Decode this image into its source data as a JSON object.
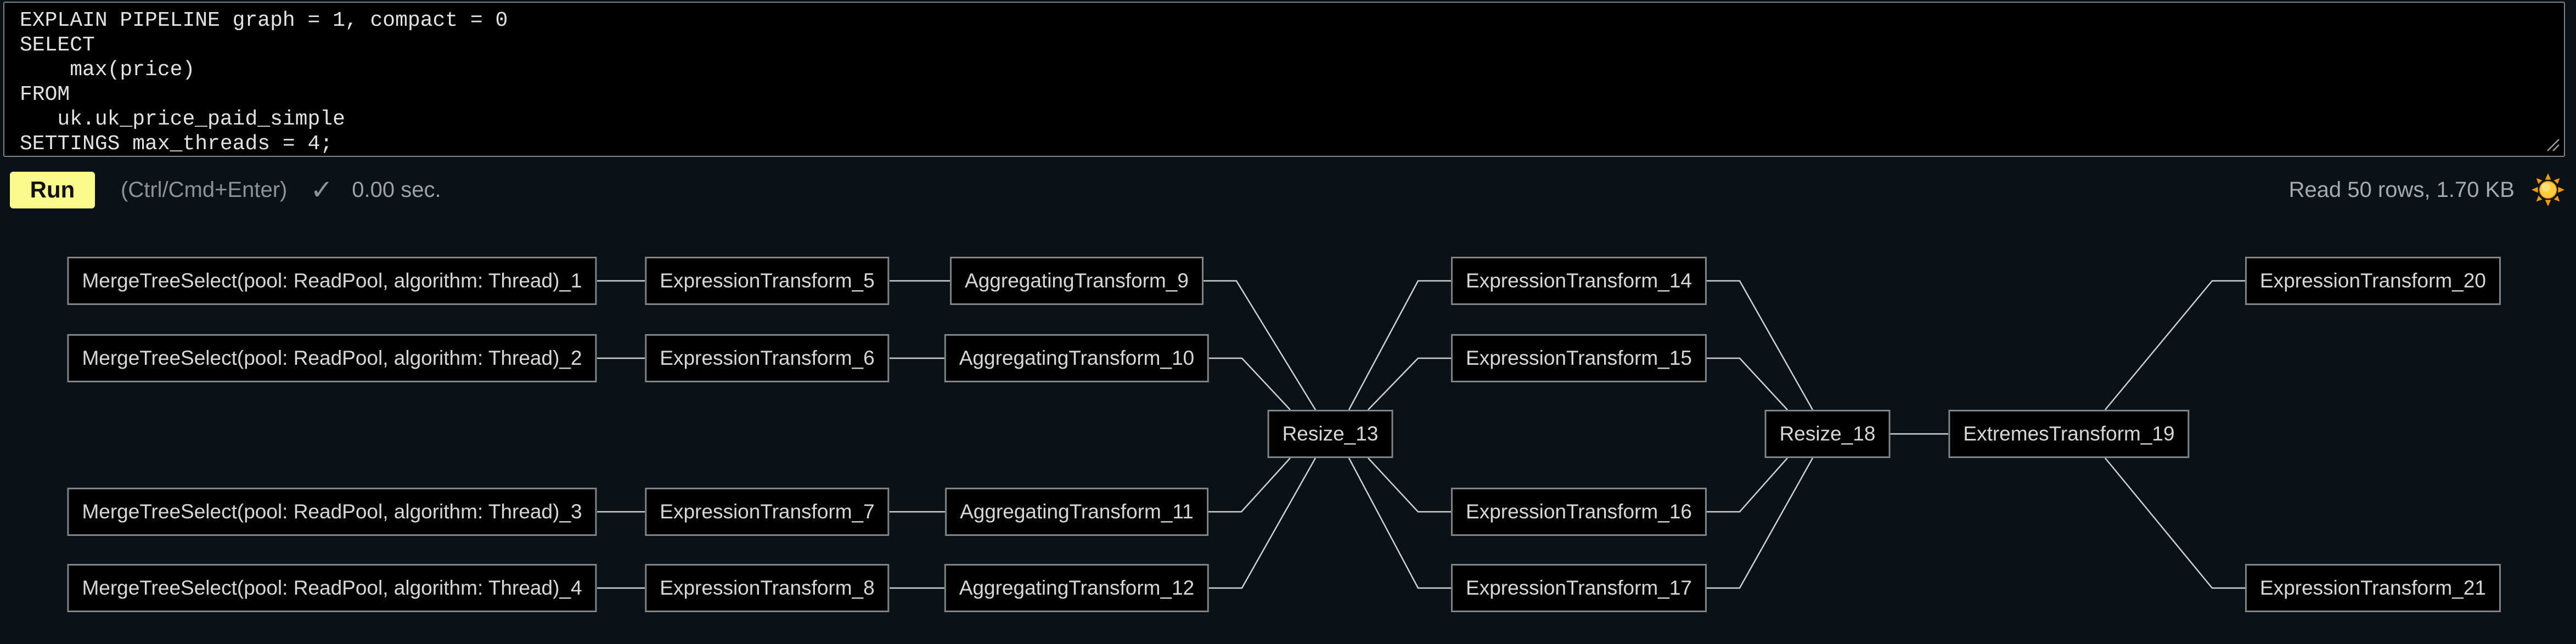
{
  "editor": {
    "query": "EXPLAIN PIPELINE graph = 1, compact = 0\nSELECT\n    max(price)\nFROM\n   uk.uk_price_paid_simple\nSETTINGS max_threads = 4;"
  },
  "toolbar": {
    "run_label": "Run",
    "hint": "(Ctrl/Cmd+Enter)",
    "check_icon": "✓",
    "elapsed": "0.00 sec.",
    "stats": "Read 50 rows, 1.70 KB",
    "theme_icon": "sun-icon"
  },
  "colors": {
    "page_bg": "#0b1217",
    "editor_bg": "#000000",
    "editor_border": "#7e8487",
    "run_button_bg": "#fafa8d",
    "run_button_text": "#111111",
    "node_bg": "#000000",
    "node_border": "#7f8486",
    "node_text": "#d6d8d8",
    "edge_stroke": "#ced2d2",
    "stats_text": "#a4aaae",
    "sun_core": "#ffcd3c",
    "sun_rays": "#f59b00"
  },
  "graph": {
    "nodes": [
      {
        "id": "mt1",
        "label": "MergeTreeSelect(pool: ReadPool, algorithm: Thread)_1",
        "col": "mt",
        "row": "r1"
      },
      {
        "id": "mt2",
        "label": "MergeTreeSelect(pool: ReadPool, algorithm: Thread)_2",
        "col": "mt",
        "row": "r2"
      },
      {
        "id": "mt3",
        "label": "MergeTreeSelect(pool: ReadPool, algorithm: Thread)_3",
        "col": "mt",
        "row": "r3"
      },
      {
        "id": "mt4",
        "label": "MergeTreeSelect(pool: ReadPool, algorithm: Thread)_4",
        "col": "mt",
        "row": "r4"
      },
      {
        "id": "et5",
        "label": "ExpressionTransform_5",
        "col": "et1",
        "row": "r1"
      },
      {
        "id": "et6",
        "label": "ExpressionTransform_6",
        "col": "et1",
        "row": "r2"
      },
      {
        "id": "et7",
        "label": "ExpressionTransform_7",
        "col": "et1",
        "row": "r3"
      },
      {
        "id": "et8",
        "label": "ExpressionTransform_8",
        "col": "et1",
        "row": "r4"
      },
      {
        "id": "ag9",
        "label": "AggregatingTransform_9",
        "col": "ag",
        "row": "r1"
      },
      {
        "id": "ag10",
        "label": "AggregatingTransform_10",
        "col": "ag",
        "row": "r2"
      },
      {
        "id": "ag11",
        "label": "AggregatingTransform_11",
        "col": "ag",
        "row": "r3"
      },
      {
        "id": "ag12",
        "label": "AggregatingTransform_12",
        "col": "ag",
        "row": "r4"
      },
      {
        "id": "rs13",
        "label": "Resize_13",
        "col": "rs1",
        "row": "mid"
      },
      {
        "id": "et14",
        "label": "ExpressionTransform_14",
        "col": "et2",
        "row": "r1"
      },
      {
        "id": "et15",
        "label": "ExpressionTransform_15",
        "col": "et2",
        "row": "r2"
      },
      {
        "id": "et16",
        "label": "ExpressionTransform_16",
        "col": "et2",
        "row": "r3"
      },
      {
        "id": "et17",
        "label": "ExpressionTransform_17",
        "col": "et2",
        "row": "r4"
      },
      {
        "id": "rs18",
        "label": "Resize_18",
        "col": "rs2",
        "row": "mid"
      },
      {
        "id": "xt19",
        "label": "ExtremesTransform_19",
        "col": "xt",
        "row": "mid"
      },
      {
        "id": "et20",
        "label": "ExpressionTransform_20",
        "col": "et3",
        "row": "r1"
      },
      {
        "id": "et21",
        "label": "ExpressionTransform_21",
        "col": "et3",
        "row": "r4"
      }
    ],
    "edges": [
      [
        "mt1",
        "et5"
      ],
      [
        "mt2",
        "et6"
      ],
      [
        "mt3",
        "et7"
      ],
      [
        "mt4",
        "et8"
      ],
      [
        "et5",
        "ag9"
      ],
      [
        "et6",
        "ag10"
      ],
      [
        "et7",
        "ag11"
      ],
      [
        "et8",
        "ag12"
      ],
      [
        "ag9",
        "rs13"
      ],
      [
        "ag10",
        "rs13"
      ],
      [
        "ag11",
        "rs13"
      ],
      [
        "ag12",
        "rs13"
      ],
      [
        "rs13",
        "et14"
      ],
      [
        "rs13",
        "et15"
      ],
      [
        "rs13",
        "et16"
      ],
      [
        "rs13",
        "et17"
      ],
      [
        "et14",
        "rs18"
      ],
      [
        "et15",
        "rs18"
      ],
      [
        "et16",
        "rs18"
      ],
      [
        "et17",
        "rs18"
      ],
      [
        "rs18",
        "xt19"
      ],
      [
        "xt19",
        "et20"
      ],
      [
        "xt19",
        "et21"
      ]
    ]
  }
}
